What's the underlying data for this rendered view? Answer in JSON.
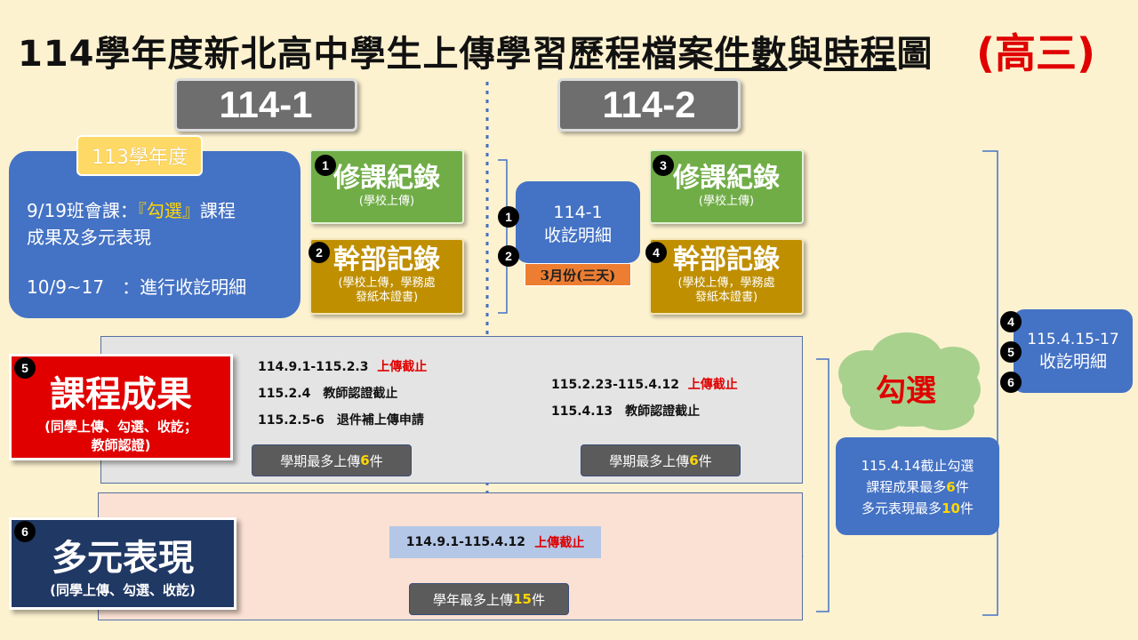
{
  "title": {
    "main_prefix": "114學年度新北高中學生上傳學習歷程檔案",
    "underline1": "件數",
    "mid": "與",
    "underline2": "時程",
    "suffix": "圖",
    "red": "(高三)"
  },
  "semesters": {
    "first": "114-1",
    "second": "114-2"
  },
  "year_box": {
    "tag": "113學年度",
    "line1": "9/19班會課：",
    "line1_red": "『勾選』",
    "line1_end": "課程",
    "line2": "成果及多元表現",
    "line3": "10/9~17　：進行收訖明細"
  },
  "s1_cards": {
    "course_num": "1",
    "course_title": "修課紀錄",
    "course_sub": "(學校上傳)",
    "cadre_num": "2",
    "cadre_title": "幹部記錄",
    "cadre_sub1": "(學校上傳，學務處",
    "cadre_sub2": "發紙本證書)"
  },
  "middle_box": {
    "line1": "114-1",
    "line2": "收訖明細",
    "num1": "1",
    "num2": "2",
    "tag": "3月份(三天)"
  },
  "s2_cards": {
    "course_num": "3",
    "course_title": "修課紀錄",
    "course_sub": "(學校上傳)",
    "cadre_num": "4",
    "cadre_title": "幹部記錄",
    "cadre_sub1": "(學校上傳，學務處",
    "cadre_sub2": "發紙本證書)"
  },
  "right_box": {
    "num4": "4",
    "num5": "5",
    "num6": "6",
    "line1": "115.4.15-17",
    "line2": "收訖明細"
  },
  "course_results": {
    "num": "5",
    "title": "課程成果",
    "sub1": "(同學上傳、勾選、收訖；",
    "sub2": "教師認證)",
    "s1_note1": "114.9.1-115.2.3",
    "s1_note1_red": "上傳截止",
    "s1_note2": "115.2.4　教師認證截止",
    "s1_note3": "115.2.5-6　退件補上傳申請",
    "s2_note1": "115.2.23-115.4.12",
    "s2_note1_red": "上傳截止",
    "s2_note2": "115.4.13　教師認證截止",
    "s1_cap_pre": "學期最多上傳",
    "s1_cap_num": "6",
    "s1_cap_post": "件",
    "s2_cap_pre": "學期最多上傳",
    "s2_cap_num": "6",
    "s2_cap_post": "件"
  },
  "multi": {
    "num": "6",
    "title": "多元表現",
    "sub": "(同學上傳、勾選、收訖)",
    "note": "114.9.1-115.4.12",
    "note_red": "上傳截止",
    "cap_pre": "學年最多上傳",
    "cap_num": "15",
    "cap_post": "件"
  },
  "select": {
    "cloud": "勾選",
    "line1": "115.4.14截止勾選",
    "line2_pre": "課程成果最多",
    "line2_num": "6",
    "line2_post": "件",
    "line3_pre": "多元表現最多",
    "line3_num": "10",
    "line3_post": "件"
  },
  "colors": {
    "background": "#fdf2d0",
    "blue": "#4472c4",
    "green": "#70ad47",
    "gold": "#bf8f00",
    "red": "#e00000",
    "navy": "#203864",
    "gray": "#6e6e6e"
  }
}
